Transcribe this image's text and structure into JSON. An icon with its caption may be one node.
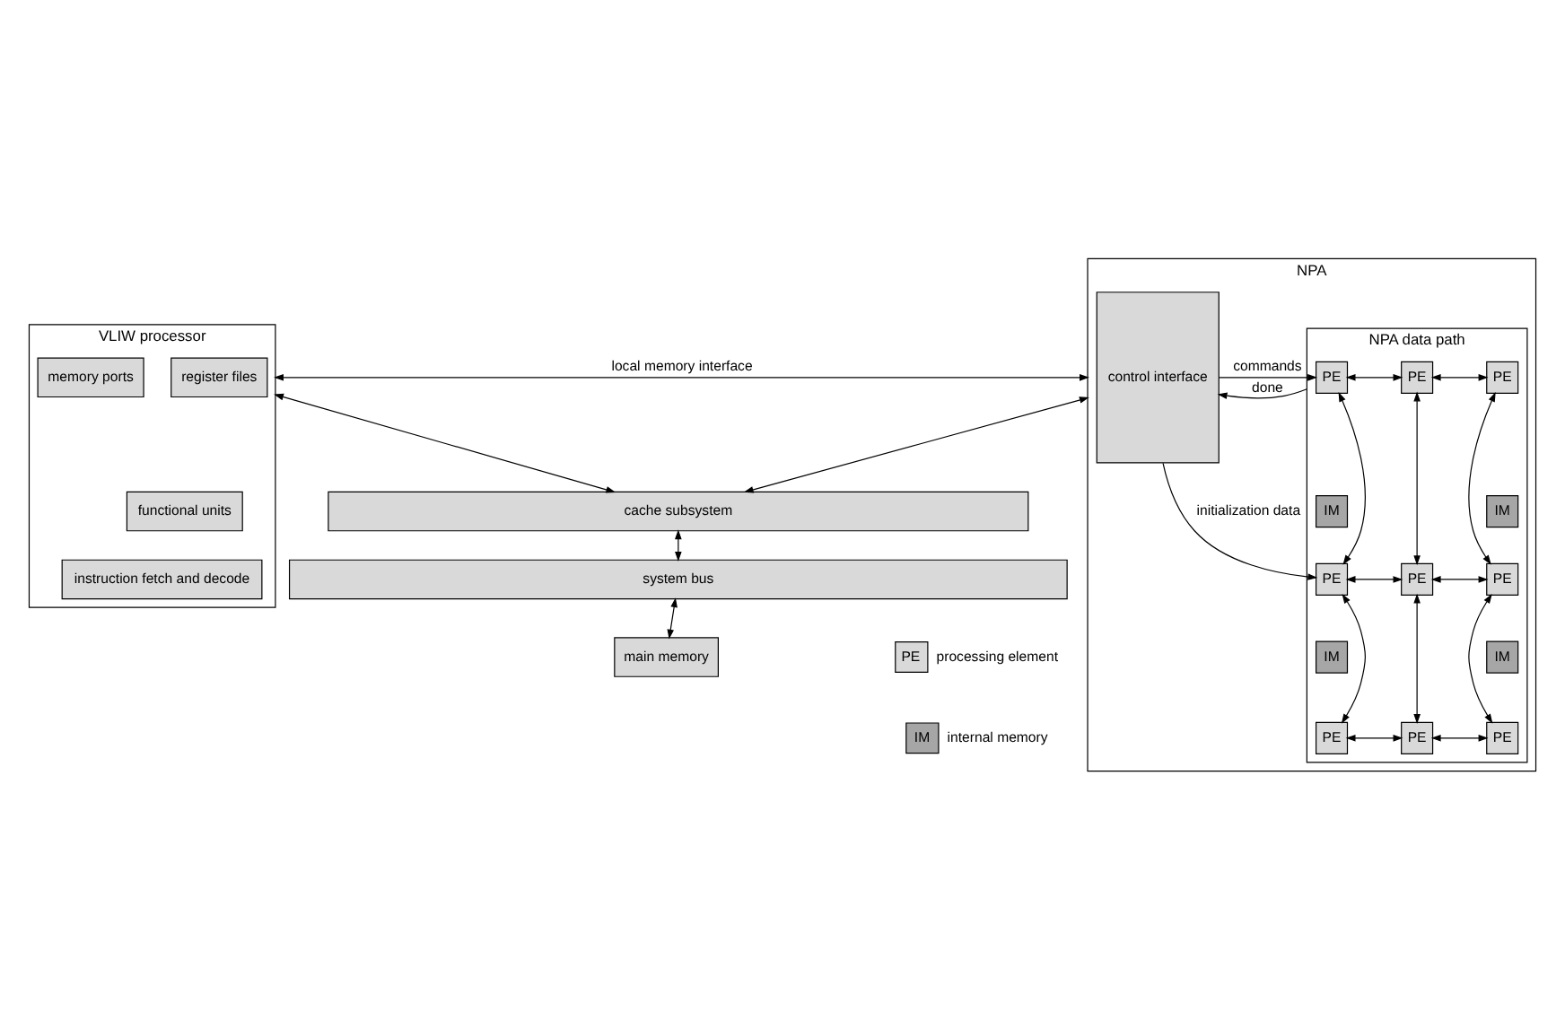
{
  "diagram": {
    "nodes": [
      {
        "text": [
          "VLIW processor"
        ]
      },
      {
        "text": [
          "register files"
        ],
        "in": 0
      },
      {
        "text": [
          "functional units"
        ],
        "in": 0
      },
      {
        "text": [
          "instruction fetch and decode"
        ],
        "in": 0
      },
      {
        "text": [
          "memory ports"
        ],
        "in": 0
      },
      {
        "text": [
          "NPA"
        ]
      },
      {
        "text": [
          "control interface"
        ],
        "in": 5
      },
      {
        "text": [
          "NPA data path"
        ],
        "in": 5
      },
      {
        "text": [
          "PE"
        ],
        "in": 7
      },
      {
        "text": [
          "PE"
        ],
        "in": 7
      },
      {
        "text": [
          "PE"
        ],
        "in": 7
      },
      {
        "text": [
          "IM"
        ],
        "in": 7
      },
      {
        "text": [
          "IM"
        ],
        "in": 7
      },
      {
        "text": [
          "PE"
        ],
        "in": 7
      },
      {
        "text": [
          "PE"
        ],
        "in": 7
      },
      {
        "text": [
          "PE"
        ],
        "in": 7
      },
      {
        "text": [
          "IM"
        ],
        "in": 7
      },
      {
        "text": [
          "IM"
        ],
        "in": 7
      },
      {
        "text": [
          "PE"
        ],
        "in": 7
      },
      {
        "text": [
          "PE"
        ],
        "in": 7
      },
      {
        "text": [
          "PE"
        ],
        "in": 7
      },
      {
        "text": [
          "cache subsystem"
        ]
      },
      {
        "text": [
          "system bus"
        ]
      },
      {
        "text": [
          "main memory"
        ]
      }
    ],
    "edges": [
      {
        "from": 0,
        "to": 5,
        "arrow": "both",
        "label": "local memory interface"
      },
      {
        "from": 6,
        "to": 8,
        "arrow": "to",
        "label": "commands"
      },
      {
        "from": 6,
        "to": 13,
        "arrow": "to",
        "label": "initialization data"
      },
      {
        "from": 7,
        "to": 6,
        "arrow": "to",
        "label": "done"
      },
      {
        "from": 8,
        "to": 9,
        "arrow": "both"
      },
      {
        "from": 9,
        "to": 10,
        "arrow": "both"
      },
      {
        "from": 8,
        "to": 13,
        "arrow": "both"
      },
      {
        "from": 9,
        "to": 14,
        "arrow": "both"
      },
      {
        "from": 10,
        "to": 15,
        "arrow": "both"
      },
      {
        "from": 13,
        "to": 14,
        "arrow": "both"
      },
      {
        "from": 14,
        "to": 15,
        "arrow": "both"
      },
      {
        "from": 13,
        "to": 18,
        "arrow": "both"
      },
      {
        "from": 14,
        "to": 19,
        "arrow": "both"
      },
      {
        "from": 15,
        "to": 20,
        "arrow": "both"
      },
      {
        "from": 18,
        "to": 19,
        "arrow": "both"
      },
      {
        "from": 19,
        "to": 20,
        "arrow": "both"
      },
      {
        "from": 0,
        "to": 21,
        "arrow": "both"
      },
      {
        "from": 5,
        "to": 21,
        "arrow": "both"
      },
      {
        "from": 21,
        "to": 22,
        "arrow": "both"
      },
      {
        "from": 22,
        "to": 23,
        "arrow": "both"
      }
    ],
    "labels": [
      "PE",
      "IM"
    ],
    "legend": [
      {
        "text": "processing element",
        "color": "#d9d9d9"
      },
      {
        "text": "internal memory",
        "color": "#a6a6a6"
      }
    ]
  }
}
